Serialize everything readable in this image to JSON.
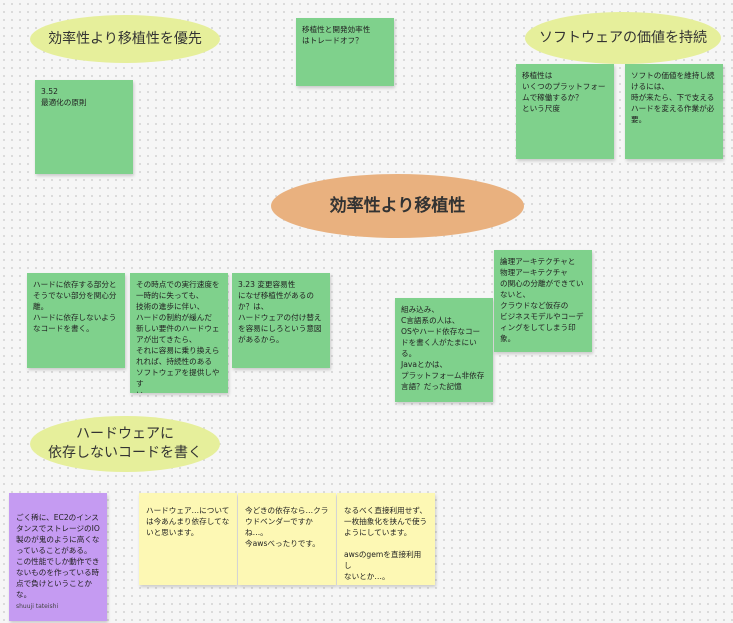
{
  "ovals": {
    "efficiency_priority": "効率性より移植性を優先",
    "software_value": "ソフトウェアの価値を持続",
    "center_title": "効率性より移植性",
    "hardware_independent": "ハードウェアに\n依存しないコードを書く"
  },
  "notes": {
    "tradeoff": "移植性と開発効率性\nはトレードオフ？",
    "principle": "3.52\n最適化の原則",
    "portability_measure": "移植性は\nいくつのプラットフォー\nムで稼働するか？\nという尺度",
    "sustain_software": "ソフトの価値を維持し続\nけるには、\n時が来たら、下で支える\nハードを変える作業が必\n要。",
    "separate_hw": "ハードに依存する部分と\nそうでない部分を関心分\n離。\nハードに依存しないよう\nなコードを書く。",
    "execution_speed": "その時点での実行速度を\n一時的に失っても、\n技術の進歩に伴い、\nハードの制約が緩んだ\n新しい要件のハードウェ\nアが出てきたら、\nそれに容易に乗り換えら\nれれば、持続性のある\nソフトウェアを提供しやす\nい。",
    "change_ease": "3.23 変更容易性\nになぜ移植性があるの\nか？は、\nハードウェアの付け替え\nを容易にしろという意図\nがあるから。",
    "embedded": "組み込み、\nC言語系の人は、\nOSやハード依存なコー\nドを書く人がたまにい\nる。\nJavaとかは、\nプラットフォーム非依存\n言語？だった記憶",
    "architecture": "論理アーキテクチャと\n物理アーキテクチャ\nの関心の分離ができてい\nないと、\nクラウドなど仮存の\nビジネスモデルやコーデ\nィングをしてしまう印\n象。",
    "purple_note": "ごく稀に、EC2のインス\nタンスでストレージのIO\n製のが鬼のように高くな\nっていることがある。\nこの性能でしか動作でき\nないものを作っている時\n点で負けということか\nな。",
    "purple_author": "shuuji tateishi",
    "hardware_dependency": "ハードウェア…について\nは今あんまり依存してな\nいと思います。",
    "cloud_vendor": "今どきの依存なら…クラ\nウドベンダーですか\nね…。\n今awsべったりです。",
    "direct_use": "なるべく直接利用せず、\n一枚抽象化を挟んで使う\nようにしています。\n\nawsのgemを直接利用し\nないとか…。"
  },
  "colors": {
    "oval_yellow": "#e6ef9b",
    "oval_orange": "#e9b17f",
    "note_green": "#7fd18c",
    "note_yellow": "#fdf8b4",
    "note_purple": "#c59bf2"
  }
}
